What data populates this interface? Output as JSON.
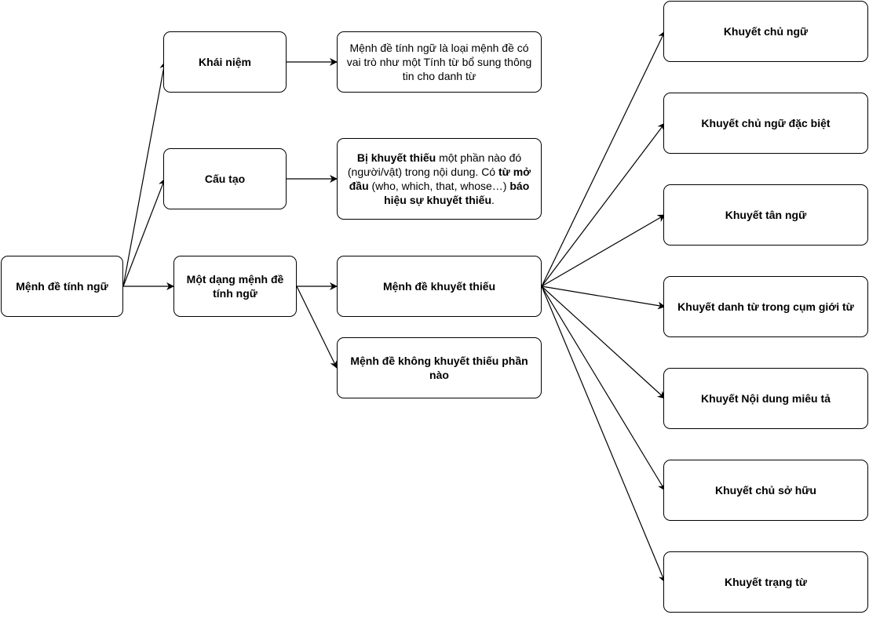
{
  "diagram": {
    "root": "Mệnh đề tính ngữ",
    "concept": "Khái niệm",
    "concept_desc": "Mệnh đề tính ngữ là loại mệnh đề có vai trò như một Tính từ bổ sung thông tin cho danh từ",
    "structure": "Cấu tạo",
    "structure_desc": {
      "part1_bold": "Bị khuyết thiếu",
      "part2": " một phần nào đó (người/vật) trong nội dung. Có ",
      "part3_bold": "từ mở đầu",
      "part4": " (who, which, that, whose…) ",
      "part5_bold": "báo hiệu sự khuyết thiếu",
      "part6": "."
    },
    "form": "Một dạng mệnh đề tính ngữ",
    "defective": "Mệnh đề khuyết thiếu",
    "non_defective": "Mệnh đề không khuyết thiếu phần nào",
    "types": [
      "Khuyết chủ ngữ",
      "Khuyết chủ ngữ đặc biệt",
      "Khuyết tân ngữ",
      "Khuyết danh từ trong cụm giới từ",
      "Khuyết Nội dung miêu tả",
      "Khuyết chủ sở hữu",
      "Khuyết trạng từ"
    ]
  }
}
